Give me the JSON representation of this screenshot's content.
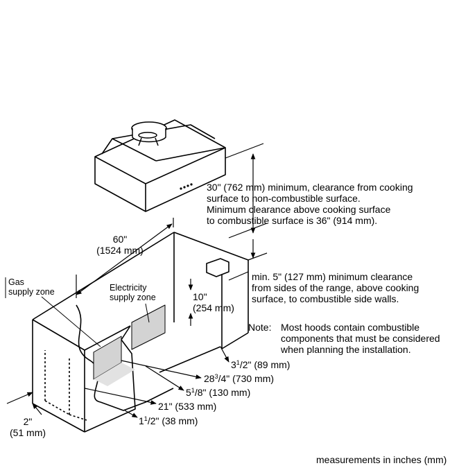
{
  "labels": {
    "hood_clearance": [
      "30\" (762 mm) minimum, clearance from cooking",
      "surface to non-combustible surface.",
      "Minimum clearance above cooking surface",
      "to combustible surface is 36\" (914 mm)."
    ],
    "width_in": "60\"",
    "width_mm": "(1524 mm)",
    "gas_zone": [
      "Gas",
      "supply zone"
    ],
    "electricity_zone": [
      "Electricity",
      "supply zone"
    ],
    "zone_height_in": "10\"",
    "zone_height_mm": "(254 mm)",
    "side_clearance": [
      "min. 5\" (127 mm) minimum clearance",
      "from sides of the range, above cooking",
      "surface, to combustible side walls."
    ],
    "note_prefix": "Note:",
    "note": [
      "Most hoods contain combustible",
      "components that must be considered",
      "when planning the installation."
    ],
    "dim_3_5": {
      "whole": "3",
      "num": "1",
      "den": "2\" (89 mm)"
    },
    "dim_28_75": {
      "whole": "28",
      "num": "3",
      "den": "4\" (730 mm)"
    },
    "dim_5_125": {
      "whole": "5",
      "num": "1",
      "den": "8\" (130 mm)"
    },
    "dim_21": "21\" (533 mm)",
    "dim_1_5": {
      "whole": "1",
      "num": "1",
      "den": "2\" (38 mm)"
    },
    "dim_2_in": "2\"",
    "dim_2_mm": "(51 mm)",
    "footer": "measurements in inches (mm)"
  }
}
